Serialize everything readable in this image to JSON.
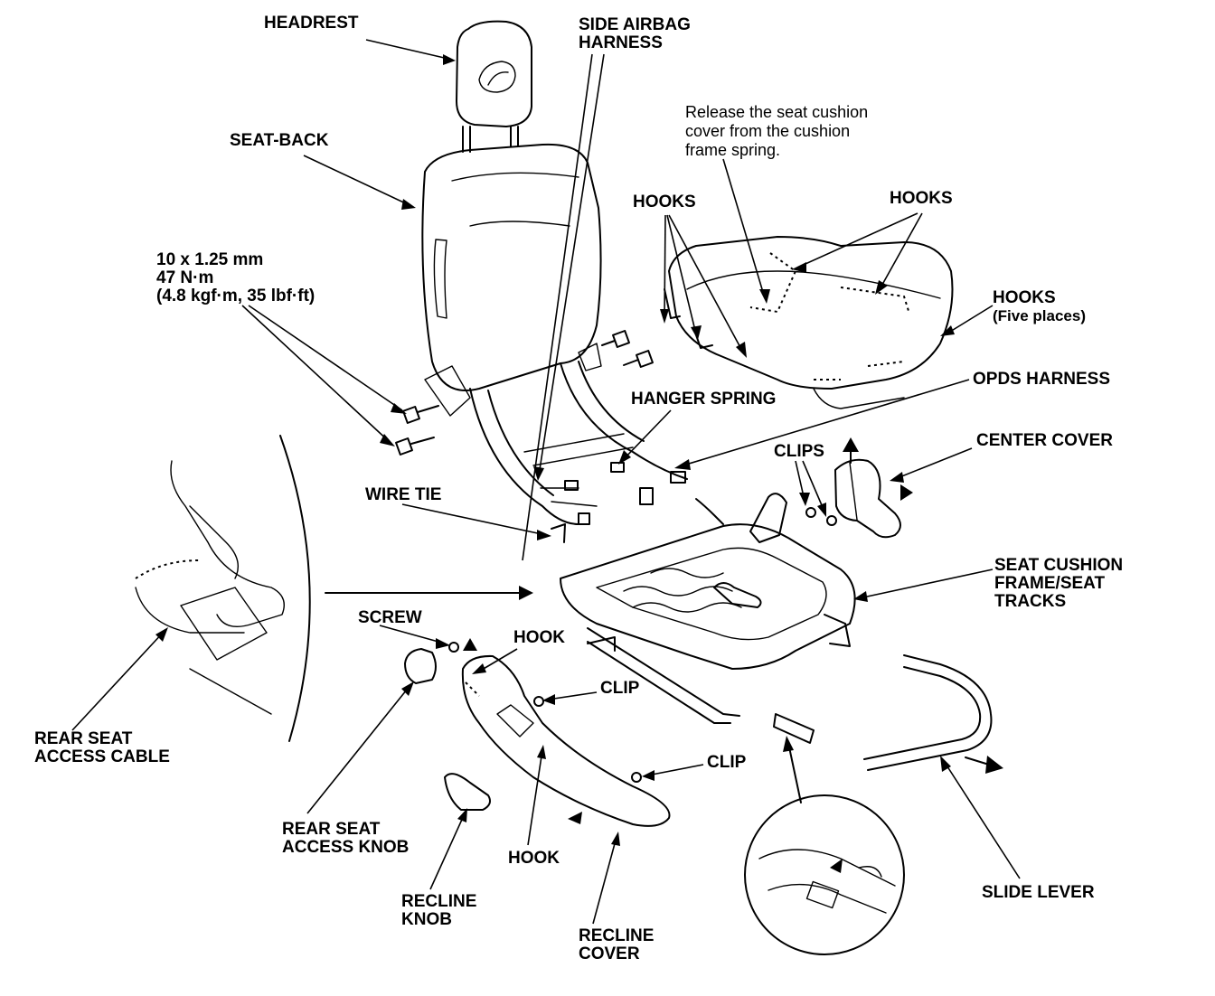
{
  "labels": {
    "headrest": "HEADREST",
    "side_airbag_harness": [
      "SIDE AIRBAG",
      "HARNESS"
    ],
    "seat_back": "SEAT-BACK",
    "release_note": [
      "Release the seat cushion",
      "cover from the cushion",
      "frame spring."
    ],
    "hooks_left": "HOOKS",
    "hooks_right": "HOOKS",
    "hooks_five": [
      "HOOKS",
      "(Five places)"
    ],
    "bolt_spec": [
      "10 x 1.25 mm",
      "47 N·m",
      "(4.8 kgf·m, 35 lbf·ft)"
    ],
    "opds_harness": "OPDS HARNESS",
    "hanger_spring": "HANGER SPRING",
    "clips": "CLIPS",
    "center_cover": "CENTER COVER",
    "wire_tie": "WIRE TIE",
    "seat_cushion_frame": [
      "SEAT CUSHION",
      "FRAME/SEAT",
      "TRACKS"
    ],
    "screw": "SCREW",
    "hook_top": "HOOK",
    "clip_top": "CLIP",
    "clip_bottom": "CLIP",
    "rear_seat_access_cable": [
      "REAR SEAT",
      "ACCESS CABLE"
    ],
    "rear_seat_access_knob": [
      "REAR SEAT",
      "ACCESS KNOB"
    ],
    "hook_bottom": "HOOK",
    "recline_knob": [
      "RECLINE",
      "KNOB"
    ],
    "recline_cover": [
      "RECLINE",
      "COVER"
    ],
    "slide_lever": "SLIDE LEVER"
  }
}
